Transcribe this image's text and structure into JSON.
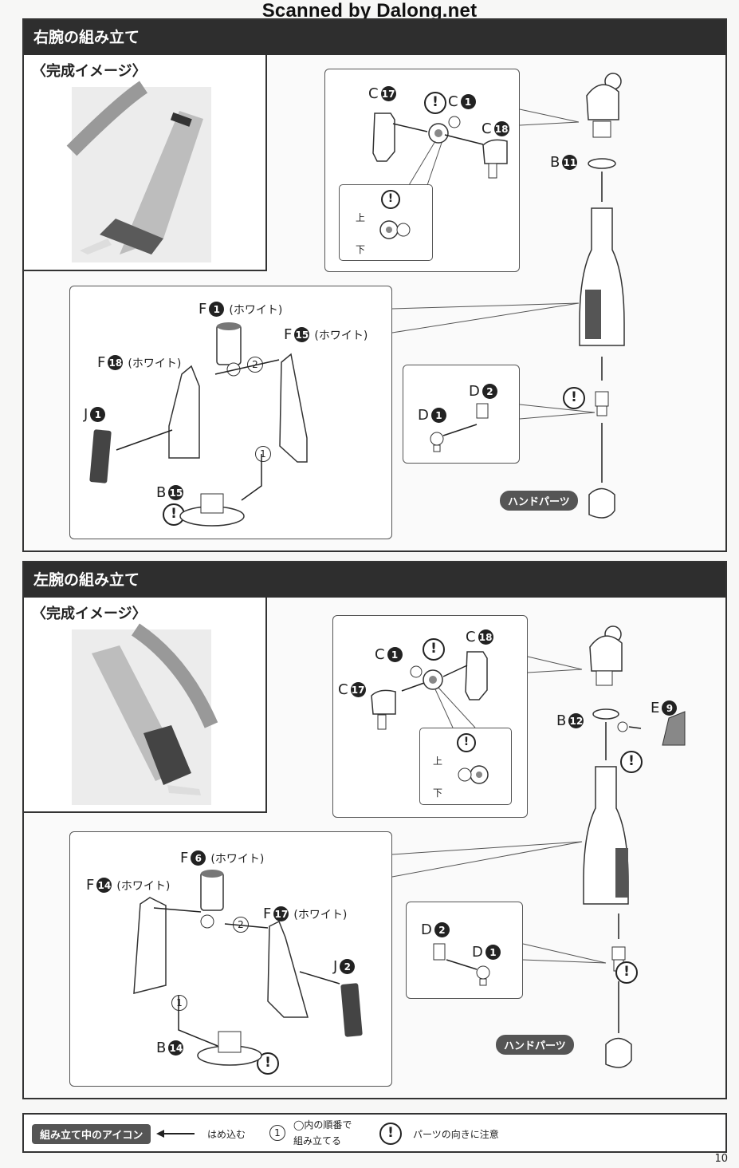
{
  "watermark": "Scanned by Dalong.net",
  "right_arm": {
    "title": "右腕の組み立て",
    "image_label": "〈完成イメージ〉",
    "top_parts": [
      {
        "letter": "C",
        "num": "17"
      },
      {
        "letter": "C",
        "num": "1"
      },
      {
        "letter": "C",
        "num": "18"
      }
    ],
    "joint_parts": [
      {
        "letter": "B",
        "num": "11"
      }
    ],
    "up_label": "上",
    "down_label": "下",
    "parts": [
      {
        "letter": "F",
        "num": "1",
        "note": "(ホワイト)"
      },
      {
        "letter": "F",
        "num": "15",
        "note": "(ホワイト)"
      },
      {
        "letter": "F",
        "num": "18",
        "note": "(ホワイト)"
      },
      {
        "letter": "J",
        "num": "1",
        "note": ""
      },
      {
        "letter": "B",
        "num": "15",
        "note": ""
      }
    ],
    "wrist_parts": [
      {
        "letter": "D",
        "num": "2"
      },
      {
        "letter": "D",
        "num": "1"
      }
    ],
    "steps": [
      "2",
      "1"
    ],
    "hand_label": "ハンドパーツ"
  },
  "left_arm": {
    "title": "左腕の組み立て",
    "image_label": "〈完成イメージ〉",
    "top_parts": [
      {
        "letter": "C",
        "num": "1"
      },
      {
        "letter": "C",
        "num": "18"
      },
      {
        "letter": "C",
        "num": "17"
      }
    ],
    "joint_parts": [
      {
        "letter": "B",
        "num": "12"
      },
      {
        "letter": "E",
        "num": "9"
      }
    ],
    "up_label": "上",
    "down_label": "下",
    "parts": [
      {
        "letter": "F",
        "num": "6",
        "note": "(ホワイト)"
      },
      {
        "letter": "F",
        "num": "14",
        "note": "(ホワイト)"
      },
      {
        "letter": "F",
        "num": "17",
        "note": "(ホワイト)"
      },
      {
        "letter": "J",
        "num": "2",
        "note": ""
      },
      {
        "letter": "B",
        "num": "14",
        "note": ""
      }
    ],
    "wrist_parts": [
      {
        "letter": "D",
        "num": "2"
      },
      {
        "letter": "D",
        "num": "1"
      }
    ],
    "steps": [
      "2",
      "1"
    ],
    "hand_label": "ハンドパーツ"
  },
  "legend": {
    "title": "組み立て中のアイコン",
    "insert_label": "はめ込む",
    "order_symbol": "1",
    "order_label_line1": "◯内の順番で",
    "order_label_line2": "組み立てる",
    "warn_symbol": "!",
    "warn_label": "パーツの向きに注意"
  },
  "page_number": "10"
}
